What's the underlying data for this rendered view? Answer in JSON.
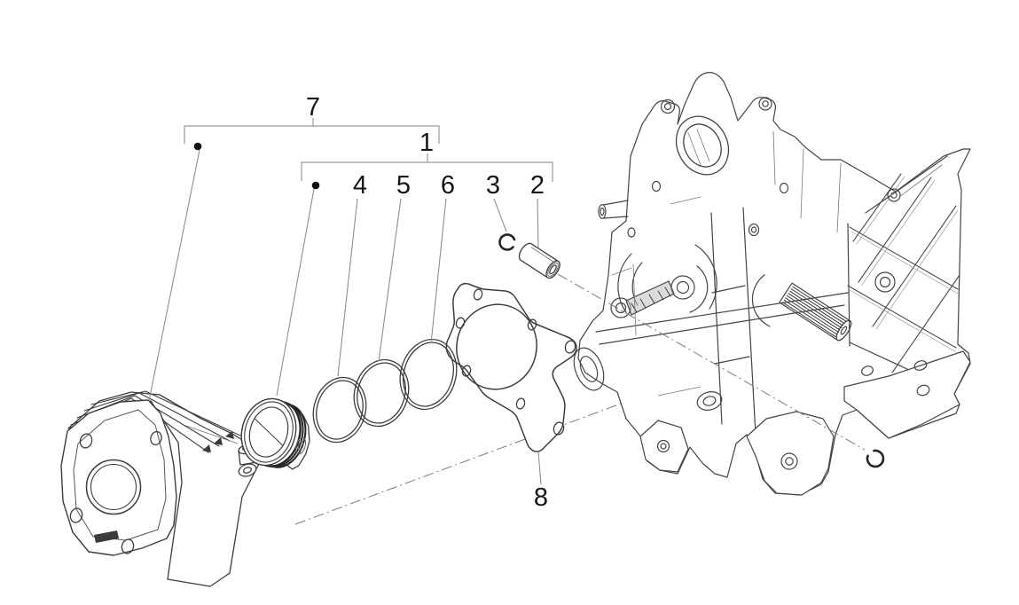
{
  "figure": {
    "type": "exploded parts diagram",
    "subject": "engine cylinder and piston group with crankcase",
    "background": "#ffffff",
    "line_color": "#3d3d3d",
    "leader_color": "#8e8e8e",
    "text_color": "#161616",
    "dark_detail_color": "#262626"
  },
  "callouts": [
    {
      "label": "7",
      "part": "cylinder"
    },
    {
      "label": "1",
      "part": "piston assembly group"
    },
    {
      "label": "4",
      "part": "piston ring (top)"
    },
    {
      "label": "5",
      "part": "piston ring (middle)"
    },
    {
      "label": "6",
      "part": "piston ring (bottom)"
    },
    {
      "label": "3",
      "part": "piston pin circlip"
    },
    {
      "label": "2",
      "part": "piston pin"
    },
    {
      "label": "8",
      "part": "cylinder base gasket"
    }
  ],
  "groups": [
    {
      "label": "7",
      "includes": "complete cylinder kit (bracket spans cylinder and piston group)"
    },
    {
      "label": "1",
      "includes": "piston, three rings, pin and circlip"
    }
  ],
  "parts_drawn": [
    "finned cylinder block",
    "piston",
    "three piston rings",
    "piston pin",
    "two pin circlips",
    "cylinder base gasket",
    "crankcase half with connecting rod and splined crankshaft end"
  ]
}
